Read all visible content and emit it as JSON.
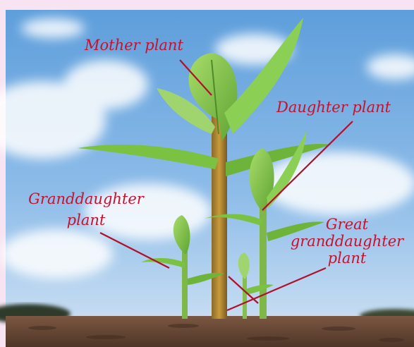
{
  "labels": {
    "mother": "Mother plant",
    "daughter": "Daughter plant",
    "granddaughter_line1": "Granddaughter",
    "granddaughter_line2": "plant",
    "great_line1": "Great",
    "great_line2": "granddaughter",
    "great_line3": "plant"
  },
  "colors": {
    "frame": "#f7e3f1",
    "label_text": "#c41230",
    "pointer_line": "#b0102a",
    "sky": "#7fb3e6",
    "soil": "#6b4a35",
    "leaf": "#7cc242"
  }
}
